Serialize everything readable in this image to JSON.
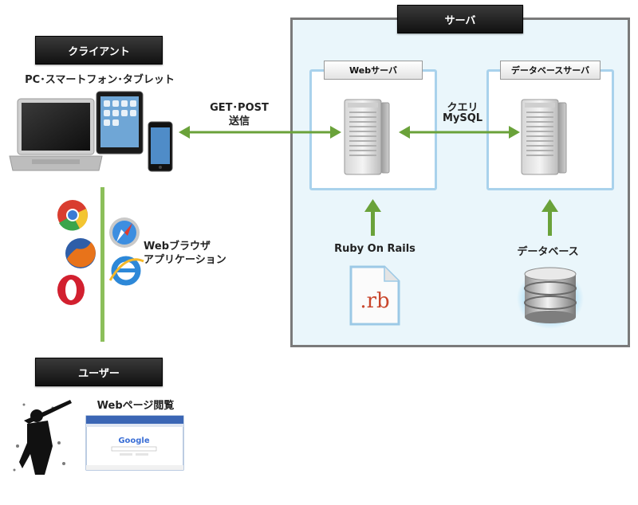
{
  "labels": {
    "client": "クライアント",
    "devices": "PC･スマートフォン･タブレット",
    "server": "サーバ",
    "web_server": "Webサーバ",
    "db_server": "データベースサーバ",
    "get_post_line1": "GET･POST",
    "get_post_line2": "送信",
    "query_line1": "クエリ",
    "query_line2": "MySQL",
    "browser_line1": "Webブラウザ",
    "browser_line2": "アプリケーション",
    "ruby": "Ruby On Rails",
    "database": "データベース",
    "user": "ユーザー",
    "webpage": "Webページ閲覧",
    "rb_file": ".rb",
    "google": "Google"
  },
  "colors": {
    "arrow": "#6aa23a",
    "server_frame": "#7a7a7a",
    "server_bg": "#eaf6fb",
    "sub_frame": "#a9d2ec"
  }
}
